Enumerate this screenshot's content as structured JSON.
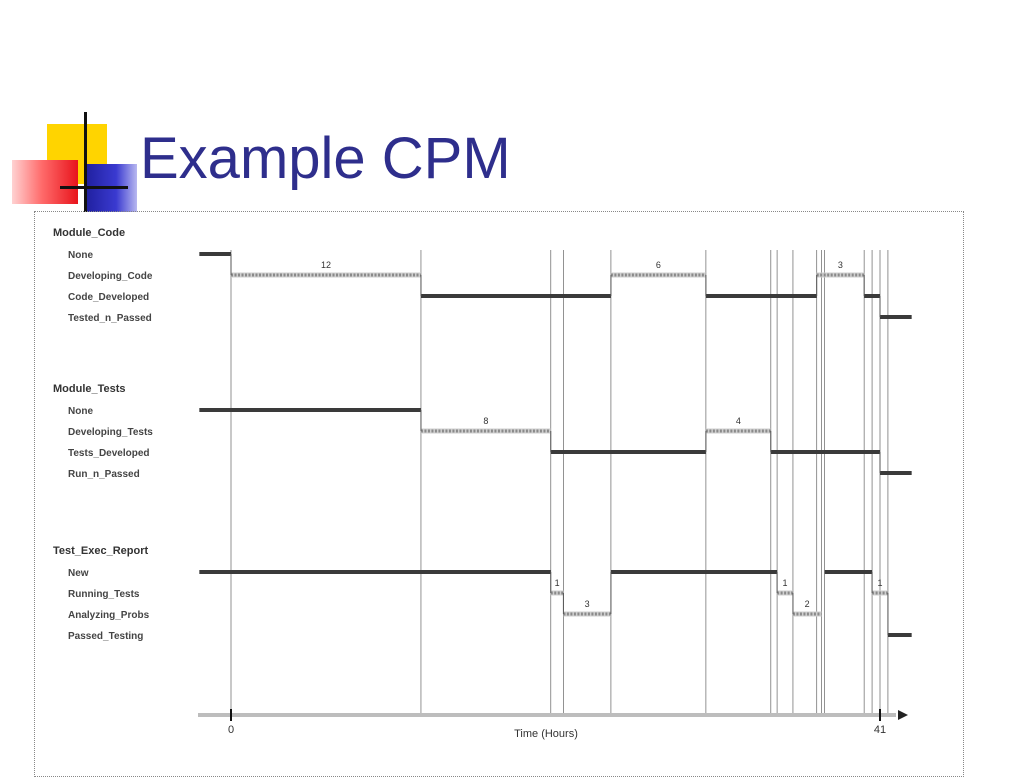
{
  "slide": {
    "title": "Example CPM"
  },
  "chart_data": {
    "type": "timing",
    "x_range": [
      0,
      41
    ],
    "xlabel": "Time (Hours)",
    "x_ticks": [
      "0",
      "41"
    ],
    "groups": [
      {
        "name": "Module_Code",
        "states": [
          "None",
          "Developing_Code",
          "Code_Developed",
          "Tested_n_Passed"
        ],
        "segments": [
          {
            "state": 0,
            "start": -2,
            "end": 0
          },
          {
            "state": 1,
            "start": 0,
            "end": 12,
            "label": "12"
          },
          {
            "state": 2,
            "start": 12,
            "end": 24
          },
          {
            "state": 1,
            "start": 24,
            "end": 30,
            "label": "6"
          },
          {
            "state": 2,
            "start": 30,
            "end": 37
          },
          {
            "state": 1,
            "start": 37,
            "end": 40,
            "label": "3"
          },
          {
            "state": 2,
            "start": 40,
            "end": 41
          },
          {
            "state": 3,
            "start": 41,
            "end": 43
          }
        ]
      },
      {
        "name": "Module_Tests",
        "states": [
          "None",
          "Developing_Tests",
          "Tests_Developed",
          "Run_n_Passed"
        ],
        "segments": [
          {
            "state": 0,
            "start": -2,
            "end": 12
          },
          {
            "state": 1,
            "start": 12,
            "end": 20.2,
            "label": "8"
          },
          {
            "state": 2,
            "start": 20.2,
            "end": 30
          },
          {
            "state": 1,
            "start": 30,
            "end": 34.1,
            "label": "4"
          },
          {
            "state": 2,
            "start": 34.1,
            "end": 41
          },
          {
            "state": 3,
            "start": 41,
            "end": 43
          }
        ]
      },
      {
        "name": "Test_Exec_Report",
        "states": [
          "New",
          "Running_Tests",
          "Analyzing_Probs",
          "Passed_Testing"
        ],
        "segments": [
          {
            "state": 0,
            "start": -2,
            "end": 20.2
          },
          {
            "state": 1,
            "start": 20.2,
            "end": 21.0,
            "label": "1"
          },
          {
            "state": 2,
            "start": 21.0,
            "end": 24,
            "label": "3"
          },
          {
            "state": 0,
            "start": 24,
            "end": 34.5
          },
          {
            "state": 1,
            "start": 34.5,
            "end": 35.5,
            "label": "1"
          },
          {
            "state": 2,
            "start": 35.5,
            "end": 37.3,
            "label": "2"
          },
          {
            "state": 0,
            "start": 37.5,
            "end": 40.5
          },
          {
            "state": 1,
            "start": 40.5,
            "end": 41.5,
            "label": "1"
          },
          {
            "state": 3,
            "start": 41.5,
            "end": 43
          }
        ]
      }
    ]
  }
}
